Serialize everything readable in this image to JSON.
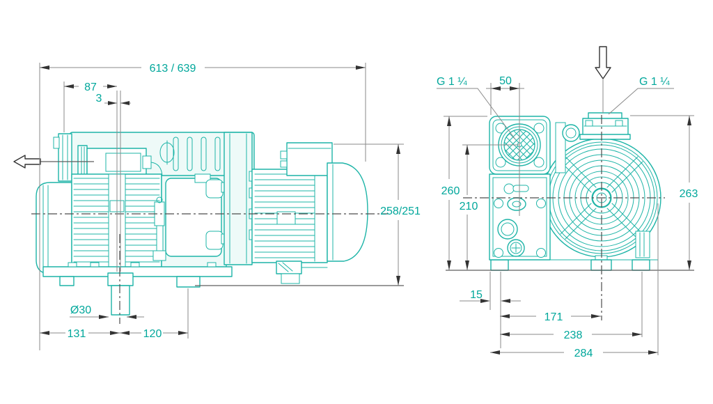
{
  "drawing": {
    "kind": "technical dimension drawing",
    "subject": "rotary vane vacuum pump, two orthographic views",
    "colors": {
      "line": "#1db4a7",
      "text": "#00a79b",
      "dim_line": "#8a8a8a",
      "arrow": "#333333"
    },
    "side_view": {
      "dims": {
        "overall_length": "613 / 639",
        "inlet_offset": "87",
        "clearance": "3",
        "overall_height": "258/251",
        "drain_diameter": "Ø30",
        "foot_offset": "131",
        "foot_spacing": "120"
      }
    },
    "end_view": {
      "dims": {
        "inlet_thread": "G 1 ¼",
        "inlet_port_offset": "50",
        "exhaust_thread": "G 1 ¼",
        "inlet_height": "260",
        "port_height": "210",
        "exhaust_height": "263",
        "foot_edge_offset": "15",
        "foot_center_span": "171",
        "foot_span": "238",
        "base_width": "284"
      }
    }
  }
}
